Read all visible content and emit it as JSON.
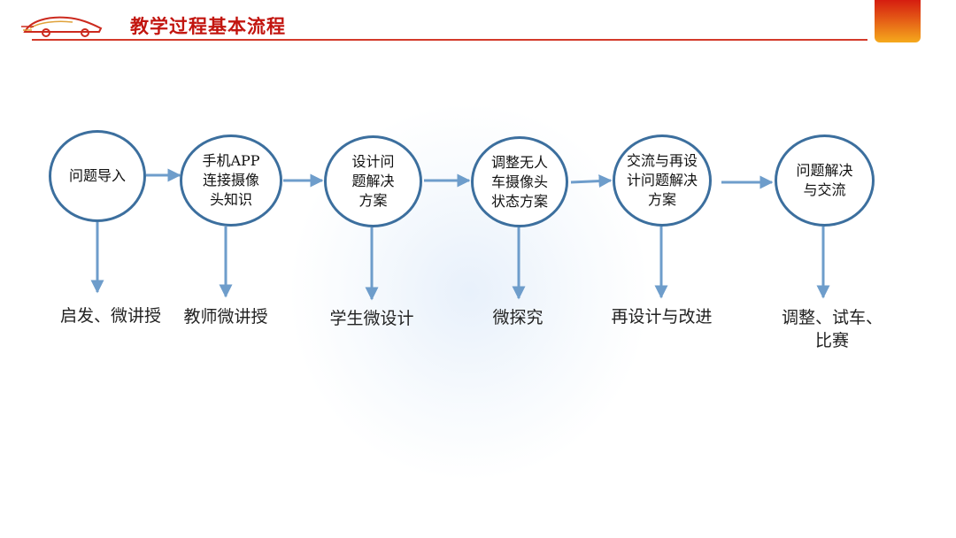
{
  "header": {
    "title": "教学过程基本流程"
  },
  "colors": {
    "accent_red": "#c2150f",
    "node_border": "#3c6f9e",
    "arrow": "#6e9dcb"
  },
  "flow": {
    "steps": [
      {
        "label": "问题导入",
        "caption": "启发、微讲授"
      },
      {
        "label": "手机APP\n连接摄像\n头知识",
        "caption": "教师微讲授"
      },
      {
        "label": "设计问\n题解决\n方案",
        "caption": "学生微设计"
      },
      {
        "label": "调整无人\n车摄像头\n状态方案",
        "caption": "微探究"
      },
      {
        "label": "交流与再设\n计问题解决\n方案",
        "caption": "再设计与改进"
      },
      {
        "label": "问题解决\n与交流",
        "caption": "调整、试车、\n比赛"
      }
    ]
  }
}
